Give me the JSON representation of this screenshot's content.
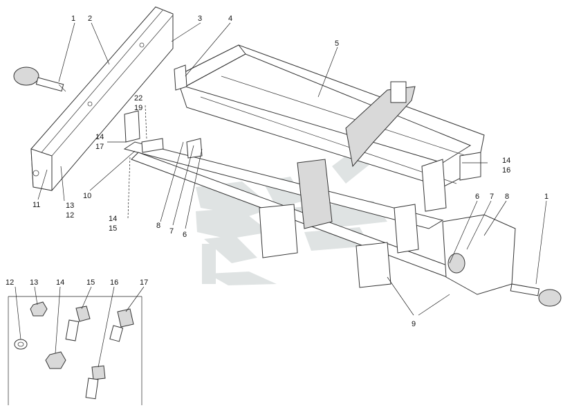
{
  "callouts": [
    {
      "id": "c1a",
      "text": "1"
    },
    {
      "id": "c2",
      "text": "2"
    },
    {
      "id": "c3",
      "text": "3"
    },
    {
      "id": "c4",
      "text": "4"
    },
    {
      "id": "c5",
      "text": "5"
    },
    {
      "id": "c22",
      "text": "22"
    },
    {
      "id": "c19",
      "text": "19"
    },
    {
      "id": "c14a",
      "text": "14"
    },
    {
      "id": "c17a",
      "text": "17"
    },
    {
      "id": "c10",
      "text": "10"
    },
    {
      "id": "c11",
      "text": "11"
    },
    {
      "id": "c13a",
      "text": "13"
    },
    {
      "id": "c12a",
      "text": "12"
    },
    {
      "id": "c14b",
      "text": "14"
    },
    {
      "id": "c15a",
      "text": "15"
    },
    {
      "id": "c8a",
      "text": "8"
    },
    {
      "id": "c7a",
      "text": "7"
    },
    {
      "id": "c6a",
      "text": "6"
    },
    {
      "id": "c14c",
      "text": "14"
    },
    {
      "id": "c16a",
      "text": "16"
    },
    {
      "id": "c6b",
      "text": "6"
    },
    {
      "id": "c7b",
      "text": "7"
    },
    {
      "id": "c8b",
      "text": "8"
    },
    {
      "id": "c1b",
      "text": "1"
    },
    {
      "id": "c9",
      "text": "9"
    },
    {
      "id": "c12b",
      "text": "12"
    },
    {
      "id": "c13b",
      "text": "13"
    },
    {
      "id": "c14d",
      "text": "14"
    },
    {
      "id": "c15b",
      "text": "15"
    },
    {
      "id": "c16b",
      "text": "16"
    },
    {
      "id": "c17b",
      "text": "17"
    }
  ],
  "colors": {
    "line": "#333333",
    "watermark": "#dfe3e3",
    "shade": "#d9d9d9"
  }
}
